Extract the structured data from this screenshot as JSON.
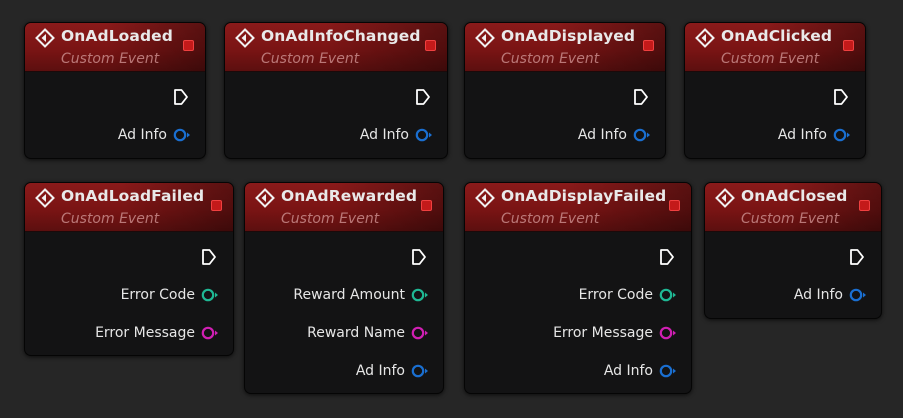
{
  "colors": {
    "struct_pin": "#1a6fd1",
    "int_pin": "#1fb894",
    "string_pin": "#d01fb3",
    "exec_pin": "#ffffff",
    "delegate_pin": "#c41a1a"
  },
  "nodes": [
    {
      "id": "on-ad-loaded",
      "title": "OnAdLoaded",
      "subtitle": "Custom Event",
      "pins": [
        {
          "label": "Ad Info",
          "type": "struct"
        }
      ]
    },
    {
      "id": "on-ad-info-changed",
      "title": "OnAdInfoChanged",
      "subtitle": "Custom Event",
      "pins": [
        {
          "label": "Ad Info",
          "type": "struct"
        }
      ]
    },
    {
      "id": "on-ad-displayed",
      "title": "OnAdDisplayed",
      "subtitle": "Custom Event",
      "pins": [
        {
          "label": "Ad Info",
          "type": "struct"
        }
      ]
    },
    {
      "id": "on-ad-clicked",
      "title": "OnAdClicked",
      "subtitle": "Custom Event",
      "pins": [
        {
          "label": "Ad Info",
          "type": "struct"
        }
      ]
    },
    {
      "id": "on-ad-load-failed",
      "title": "OnAdLoadFailed",
      "subtitle": "Custom Event",
      "pins": [
        {
          "label": "Error Code",
          "type": "int"
        },
        {
          "label": "Error Message",
          "type": "string"
        }
      ]
    },
    {
      "id": "on-ad-rewarded",
      "title": "OnAdRewarded",
      "subtitle": "Custom Event",
      "pins": [
        {
          "label": "Reward Amount",
          "type": "int"
        },
        {
          "label": "Reward Name",
          "type": "string"
        },
        {
          "label": "Ad Info",
          "type": "struct"
        }
      ]
    },
    {
      "id": "on-ad-display-failed",
      "title": "OnAdDisplayFailed",
      "subtitle": "Custom Event",
      "pins": [
        {
          "label": "Error Code",
          "type": "int"
        },
        {
          "label": "Error Message",
          "type": "string"
        },
        {
          "label": "Ad Info",
          "type": "struct"
        }
      ]
    },
    {
      "id": "on-ad-closed",
      "title": "OnAdClosed",
      "subtitle": "Custom Event",
      "pins": [
        {
          "label": "Ad Info",
          "type": "struct"
        }
      ]
    }
  ]
}
